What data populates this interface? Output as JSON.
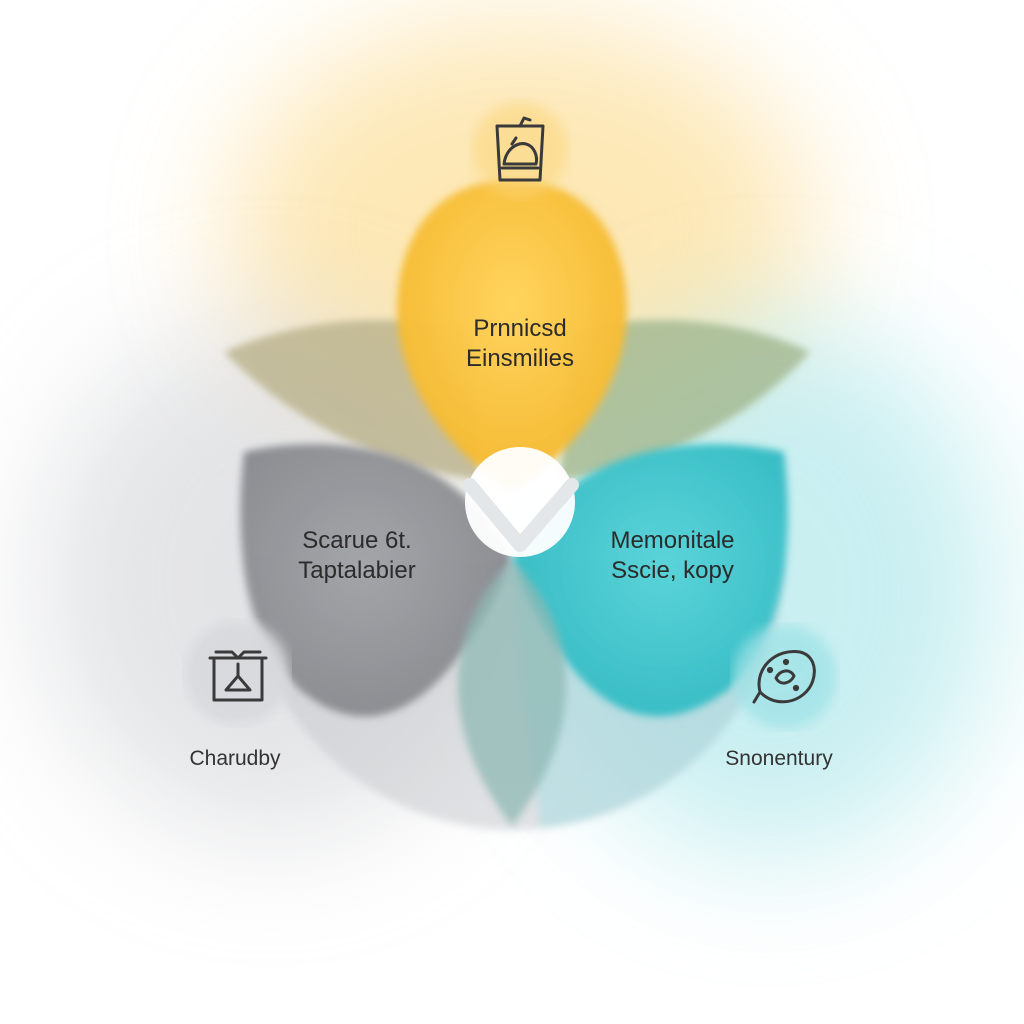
{
  "diagram": {
    "segments": {
      "top": {
        "line1": "Prnnicsd",
        "line2": "Einsmilies",
        "color": "#f6c038"
      },
      "left": {
        "line1": "Scarue 6t.",
        "line2": "Taptalabier",
        "color": "#8f9196"
      },
      "right": {
        "line1": "Memonitale",
        "line2": "Sscie, kopy",
        "color": "#3cc3cc"
      }
    },
    "captions": {
      "left": "Charudby",
      "right": "Snonentury"
    },
    "icons": {
      "top": "food-box-icon",
      "left": "package-icon",
      "right": "leaf-icon",
      "center": "checkmark-icon"
    },
    "colors": {
      "yellow": "#f6c038",
      "gray": "#8f9196",
      "teal": "#3cc3cc",
      "olive": "#b9b28c",
      "sage": "#a3b88e",
      "muted_teal": "#8fb8b4"
    }
  }
}
